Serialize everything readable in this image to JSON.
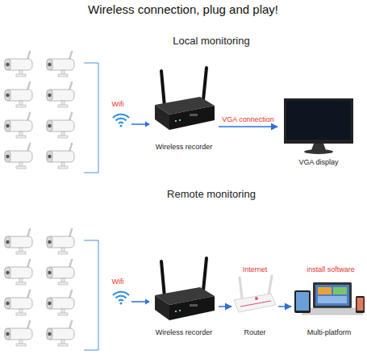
{
  "diagram": {
    "title": "Wireless connection, plug and play!",
    "nodes": [
      {
        "text": [
          "Wireless recorder"
        ]
      },
      {
        "text": [
          "VGA display"
        ]
      },
      {
        "text": [
          "Wireless recorder"
        ]
      },
      {
        "text": [
          "Router"
        ]
      },
      {
        "text": [
          "Multi-platform"
        ]
      }
    ],
    "edges": [
      {
        "from": 0,
        "to": 1,
        "label": "VGA connection",
        "arrow": "to"
      },
      {
        "from": 2,
        "to": 3,
        "arrow": "to"
      },
      {
        "from": 3,
        "to": 4,
        "arrow": "to"
      }
    ],
    "labels": [
      "Local monitoring",
      "Remote monitoring",
      "Wifi",
      "Wifi",
      "Internet",
      "install software"
    ]
  }
}
